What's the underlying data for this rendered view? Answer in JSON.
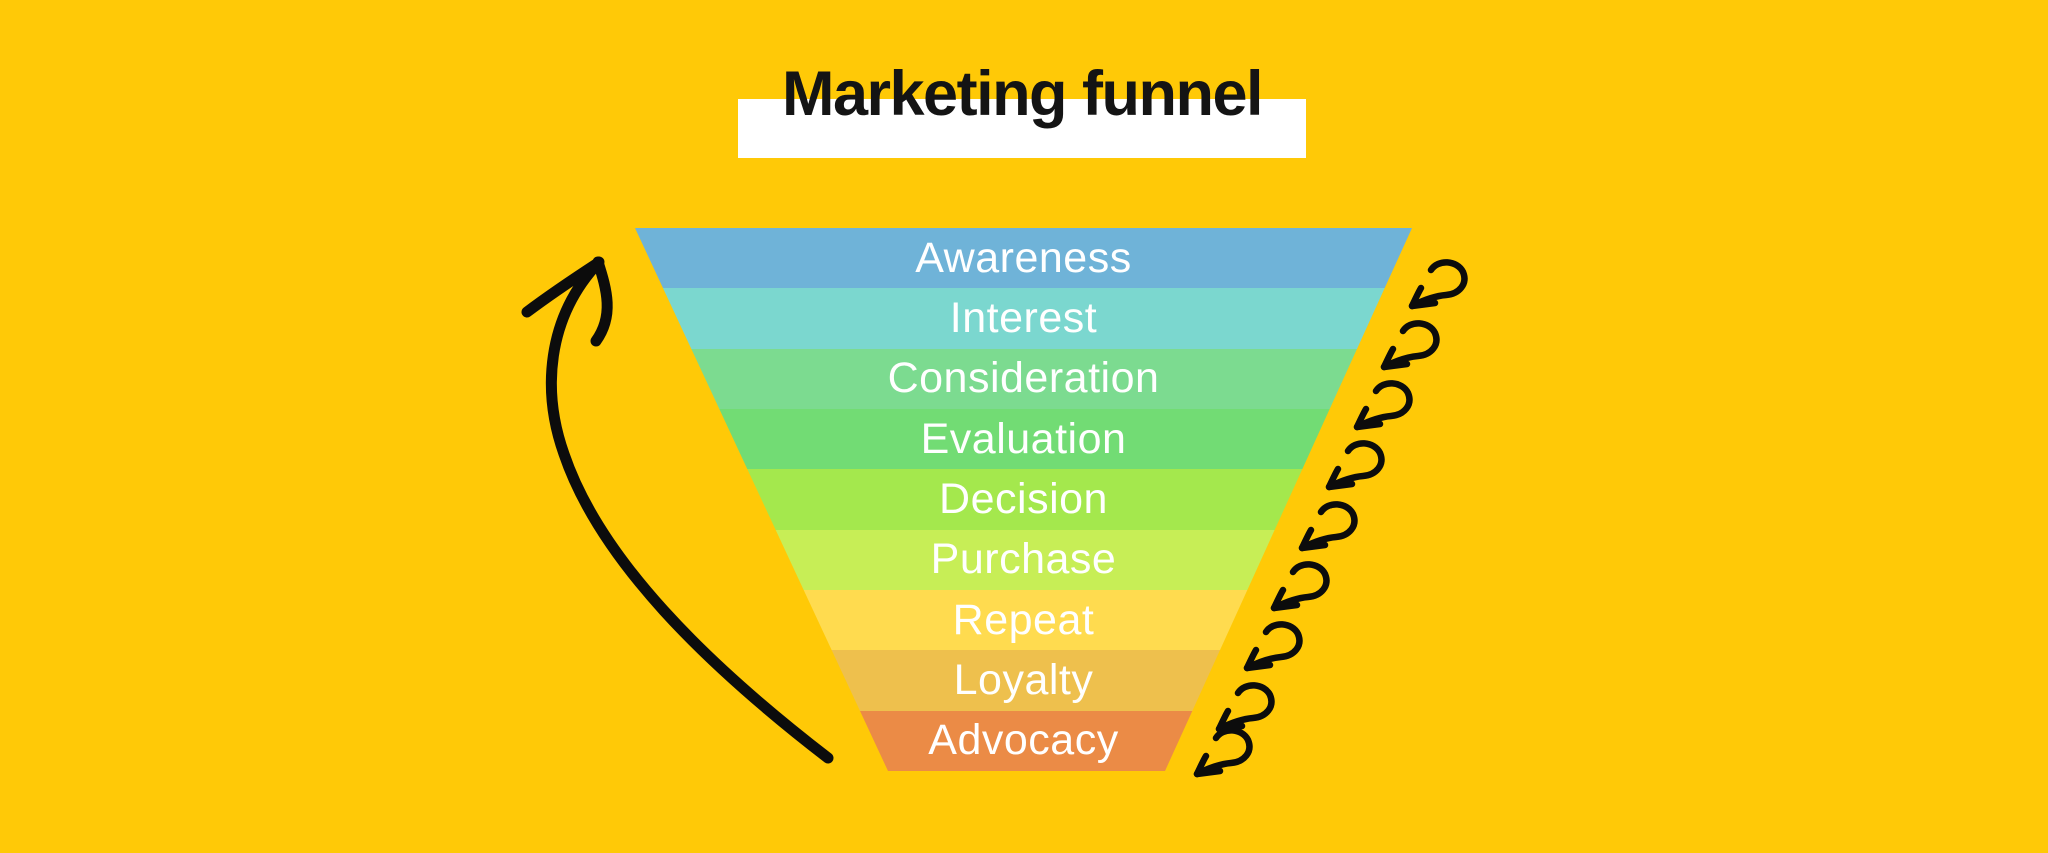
{
  "page": {
    "background_color": "#FFC907"
  },
  "title": {
    "text": "Marketing funnel",
    "text_color": "#141414",
    "bar_color": "#FFFFFF"
  },
  "funnel": {
    "label_color": "#FFFFFF",
    "stages": [
      {
        "label": "Awareness",
        "color": "#6FB3D8"
      },
      {
        "label": "Interest",
        "color": "#7BD7CF"
      },
      {
        "label": "Consideration",
        "color": "#7CDB90"
      },
      {
        "label": "Evaluation",
        "color": "#72DC74"
      },
      {
        "label": "Decision",
        "color": "#A4E84D"
      },
      {
        "label": "Purchase",
        "color": "#C7EE56"
      },
      {
        "label": "Repeat",
        "color": "#FFDB4F"
      },
      {
        "label": "Loyalty",
        "color": "#EEC04D"
      },
      {
        "label": "Advocacy",
        "color": "#EB8B46"
      }
    ]
  },
  "arrows": {
    "color": "#0C0C0C",
    "loopback_count": 9
  }
}
